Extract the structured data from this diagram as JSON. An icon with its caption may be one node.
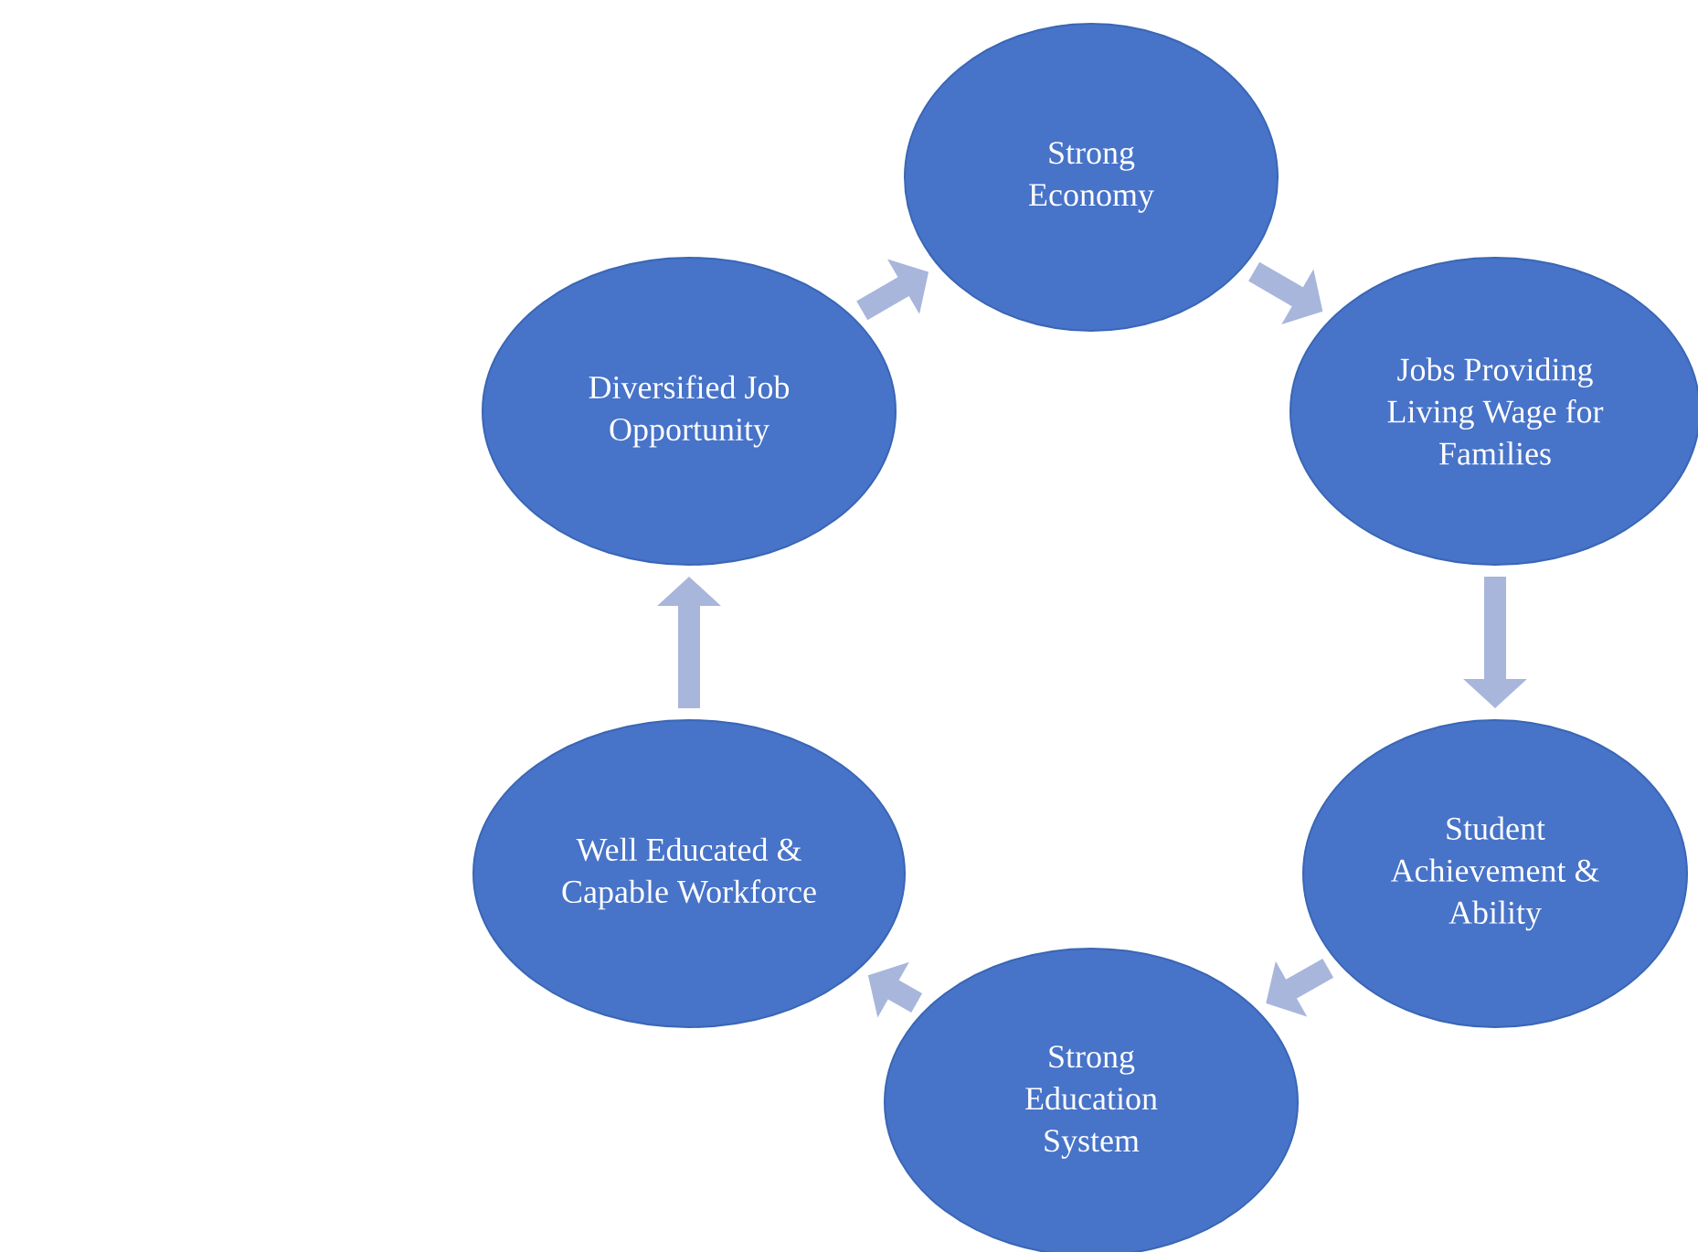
{
  "diagram": {
    "nodes": [
      {
        "text": [
          "Strong Economy"
        ]
      },
      {
        "text": [
          "Jobs Providing Living Wage for Families"
        ]
      },
      {
        "text": [
          "Student Achievement & Ability"
        ]
      },
      {
        "text": [
          "Strong Education System"
        ]
      },
      {
        "text": [
          "Well Educated & Capable Workforce"
        ]
      },
      {
        "text": [
          "Diversified Job Opportunity"
        ]
      }
    ],
    "edges": [
      {
        "from": 0,
        "to": 1,
        "arrow": "to"
      },
      {
        "from": 1,
        "to": 2,
        "arrow": "to"
      },
      {
        "from": 2,
        "to": 3,
        "arrow": "to"
      },
      {
        "from": 3,
        "to": 4,
        "arrow": "to"
      },
      {
        "from": 4,
        "to": 5,
        "arrow": "to"
      },
      {
        "from": 5,
        "to": 0,
        "arrow": "to"
      }
    ]
  }
}
